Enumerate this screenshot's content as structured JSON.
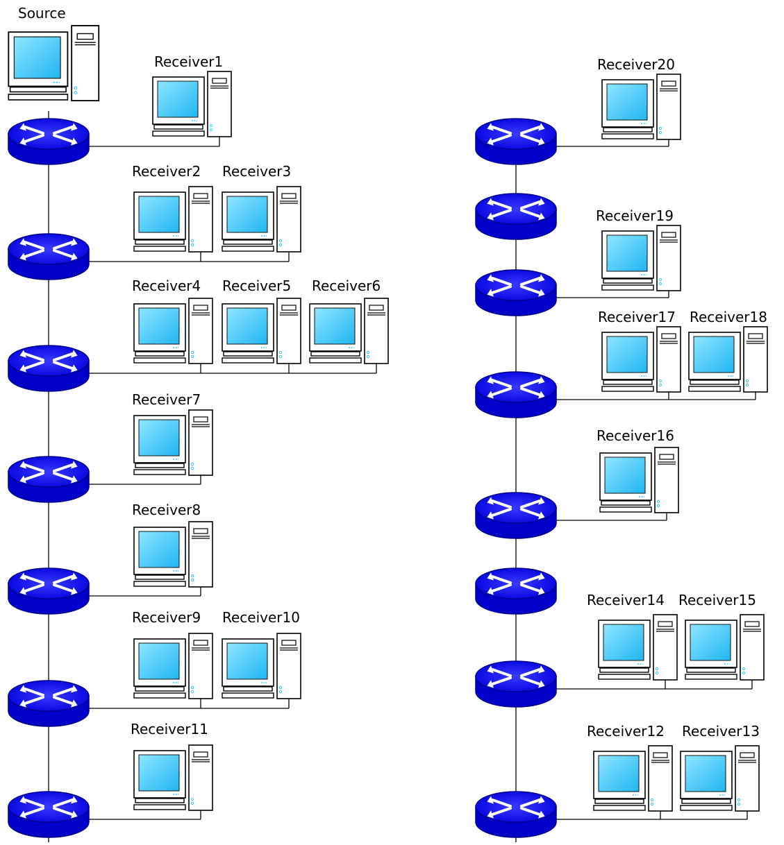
{
  "source_label": "Source",
  "receivers": {
    "r1": "Receiver1",
    "r2": "Receiver2",
    "r3": "Receiver3",
    "r4": "Receiver4",
    "r5": "Receiver5",
    "r6": "Receiver6",
    "r7": "Receiver7",
    "r8": "Receiver8",
    "r9": "Receiver9",
    "r10": "Receiver10",
    "r11": "Receiver11",
    "r12": "Receiver12",
    "r13": "Receiver13",
    "r14": "Receiver14",
    "r15": "Receiver15",
    "r16": "Receiver16",
    "r17": "Receiver17",
    "r18": "Receiver18",
    "r19": "Receiver19",
    "r20": "Receiver20"
  },
  "colors": {
    "router_fill": "#1a1aff",
    "router_edge": "#00008a",
    "screen": "#33ccff",
    "line": "#000000"
  },
  "icons": {
    "router": "router-icon",
    "computer": "desktop-computer-icon"
  }
}
